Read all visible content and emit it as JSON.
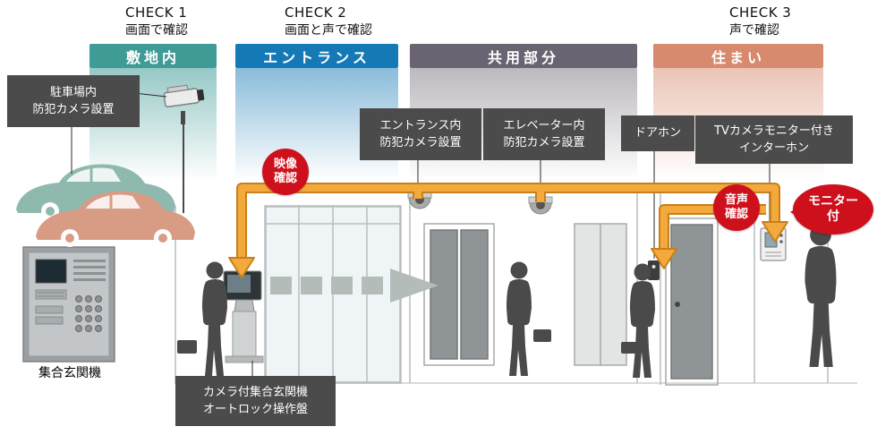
{
  "checks": [
    {
      "title": "CHECK 1",
      "subtitle": "画面で確認"
    },
    {
      "title": "CHECK 2",
      "subtitle": "画面と声で確認"
    },
    {
      "title": "CHECK 3",
      "subtitle": "声で確認"
    }
  ],
  "zones": [
    {
      "label": "敷地内",
      "color": "#3f9b96"
    },
    {
      "label": "エントランス",
      "color": "#1579b5"
    },
    {
      "label": "共用部分",
      "color": "#6a6371"
    },
    {
      "label": "住まい",
      "color": "#d78a6d"
    }
  ],
  "callouts": {
    "parking_camera": "駐車場内\n防犯カメラ設置",
    "entrance_camera": "エントランス内\n防犯カメラ設置",
    "elevator_camera": "エレベーター内\n防犯カメラ設置",
    "doorphone": "ドアホン",
    "tv_interphone": "TVカメラモニター付き\nインターホン",
    "autolock_panel": "カメラ付集合玄関機\nオートロック操作盤",
    "entrance_machine": "集合玄関機"
  },
  "badges": {
    "video": {
      "label": "映像\n確認",
      "color": "#ce101c"
    },
    "audio": {
      "label": "音声\n確認",
      "color": "#ce101c"
    },
    "monitor": {
      "label": "モニター\n付",
      "color": "#ce101c"
    }
  },
  "arrow_color": "#f3a93c"
}
